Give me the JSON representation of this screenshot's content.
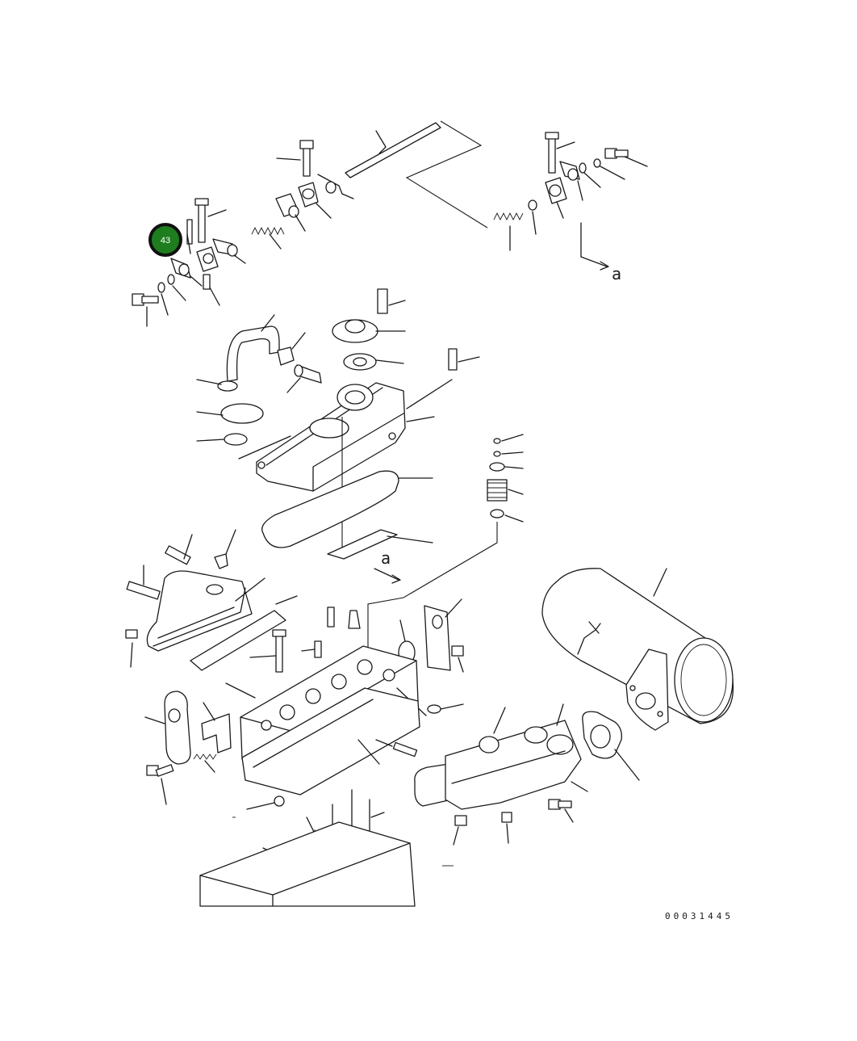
{
  "callout": {
    "number": "43",
    "color": "#1e7d1e"
  },
  "reference_mark": "a",
  "drawing_number": "00031445"
}
